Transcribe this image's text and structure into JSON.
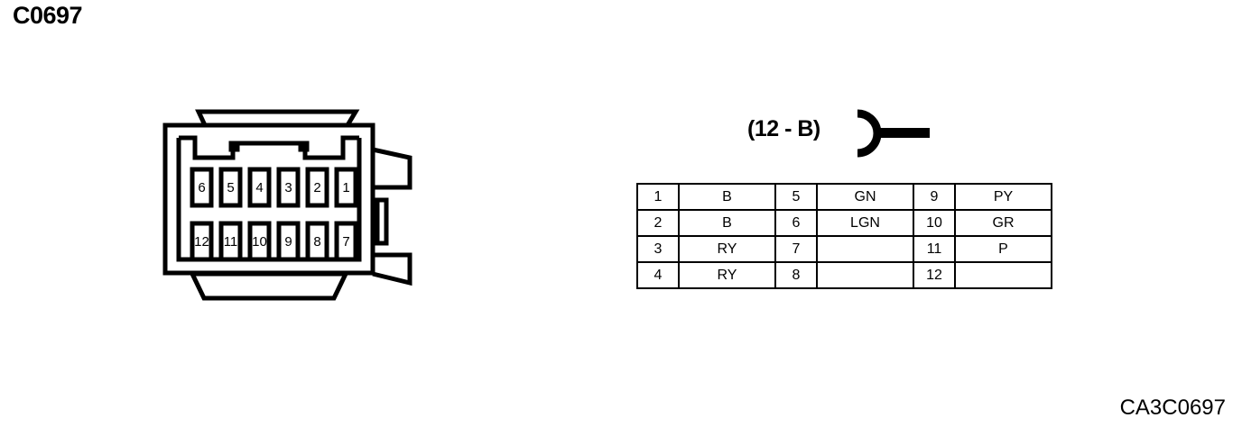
{
  "page": {
    "title": "C0697",
    "footer_code": "CA3C0697",
    "background_color": "#ffffff",
    "line_color": "#000000"
  },
  "connector": {
    "name": "C0697",
    "cavity_count": 12,
    "rows": [
      {
        "row": "top",
        "cavities": [
          "6",
          "5",
          "4",
          "3",
          "2",
          "1"
        ]
      },
      {
        "row": "bottom",
        "cavities": [
          "12",
          "11",
          "10",
          "9",
          "8",
          "7"
        ]
      }
    ]
  },
  "terminal": {
    "code": "(12 - B)",
    "symbol_name": "female-terminal-symbol"
  },
  "pin_table": {
    "columns": 6,
    "rows": [
      {
        "pin_a": "1",
        "circuit_a": "B",
        "pin_b": "5",
        "circuit_b": "GN",
        "pin_c": "9",
        "circuit_c": "PY"
      },
      {
        "pin_a": "2",
        "circuit_a": "B",
        "pin_b": "6",
        "circuit_b": "LGN",
        "pin_c": "10",
        "circuit_c": "GR"
      },
      {
        "pin_a": "3",
        "circuit_a": "RY",
        "pin_b": "7",
        "circuit_b": "",
        "pin_c": "11",
        "circuit_c": "P"
      },
      {
        "pin_a": "4",
        "circuit_a": "RY",
        "pin_b": "8",
        "circuit_b": "",
        "pin_c": "12",
        "circuit_c": ""
      }
    ]
  }
}
